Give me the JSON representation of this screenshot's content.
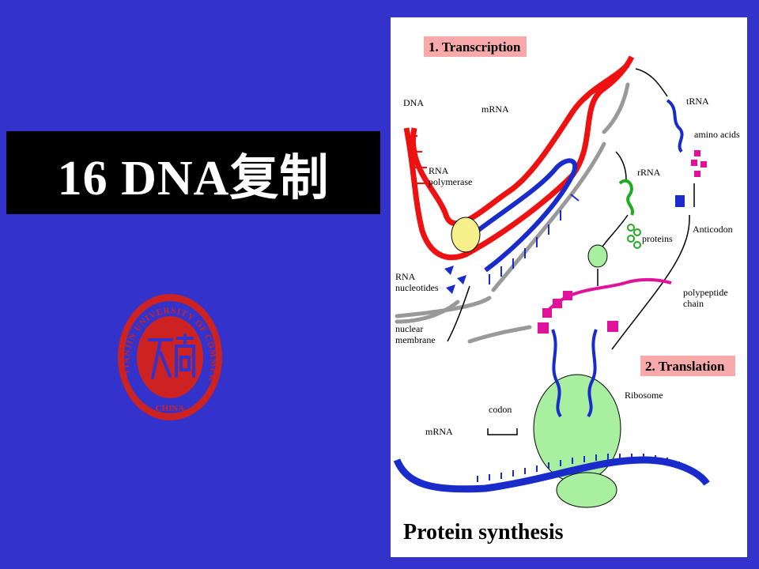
{
  "slide": {
    "title": "16 DNA复制",
    "background_color": "#3333cc"
  },
  "logo": {
    "ring_text": "TIANJIN UNIVERSITY OF COMMERCE CHINA",
    "color": "#cc2222"
  },
  "figure": {
    "stage_labels": {
      "transcription": "1. Transcription",
      "translation": "2. Translation"
    },
    "labels": {
      "dna": "DNA",
      "mrna_top": "mRNA",
      "rna_polymerase_line1": "RNA",
      "rna_polymerase_line2": "polymerase",
      "rna_nucleotides_line1": "RNA",
      "rna_nucleotides_line2": "nucleotides",
      "nuclear_membrane_line1": "nuclear",
      "nuclear_membrane_line2": "membrane",
      "trna": "tRNA",
      "amino_acids": "amino acids",
      "rrna": "rRNA",
      "proteins": "proteins",
      "anticodon": "Anticodon",
      "polypeptide_line1": "polypeptide",
      "polypeptide_line2": "chain",
      "ribosome": "Ribosome",
      "codon": "codon",
      "mrna_bottom": "mRNA"
    },
    "caption": "Protein synthesis",
    "colors": {
      "dna": "#ee1111",
      "mrna": "#1a2bcc",
      "label_box": "#f8aaaa",
      "ribosome": "#a8f0a0",
      "rrna": "#22aa22",
      "polypeptide": "#e0119a"
    }
  }
}
